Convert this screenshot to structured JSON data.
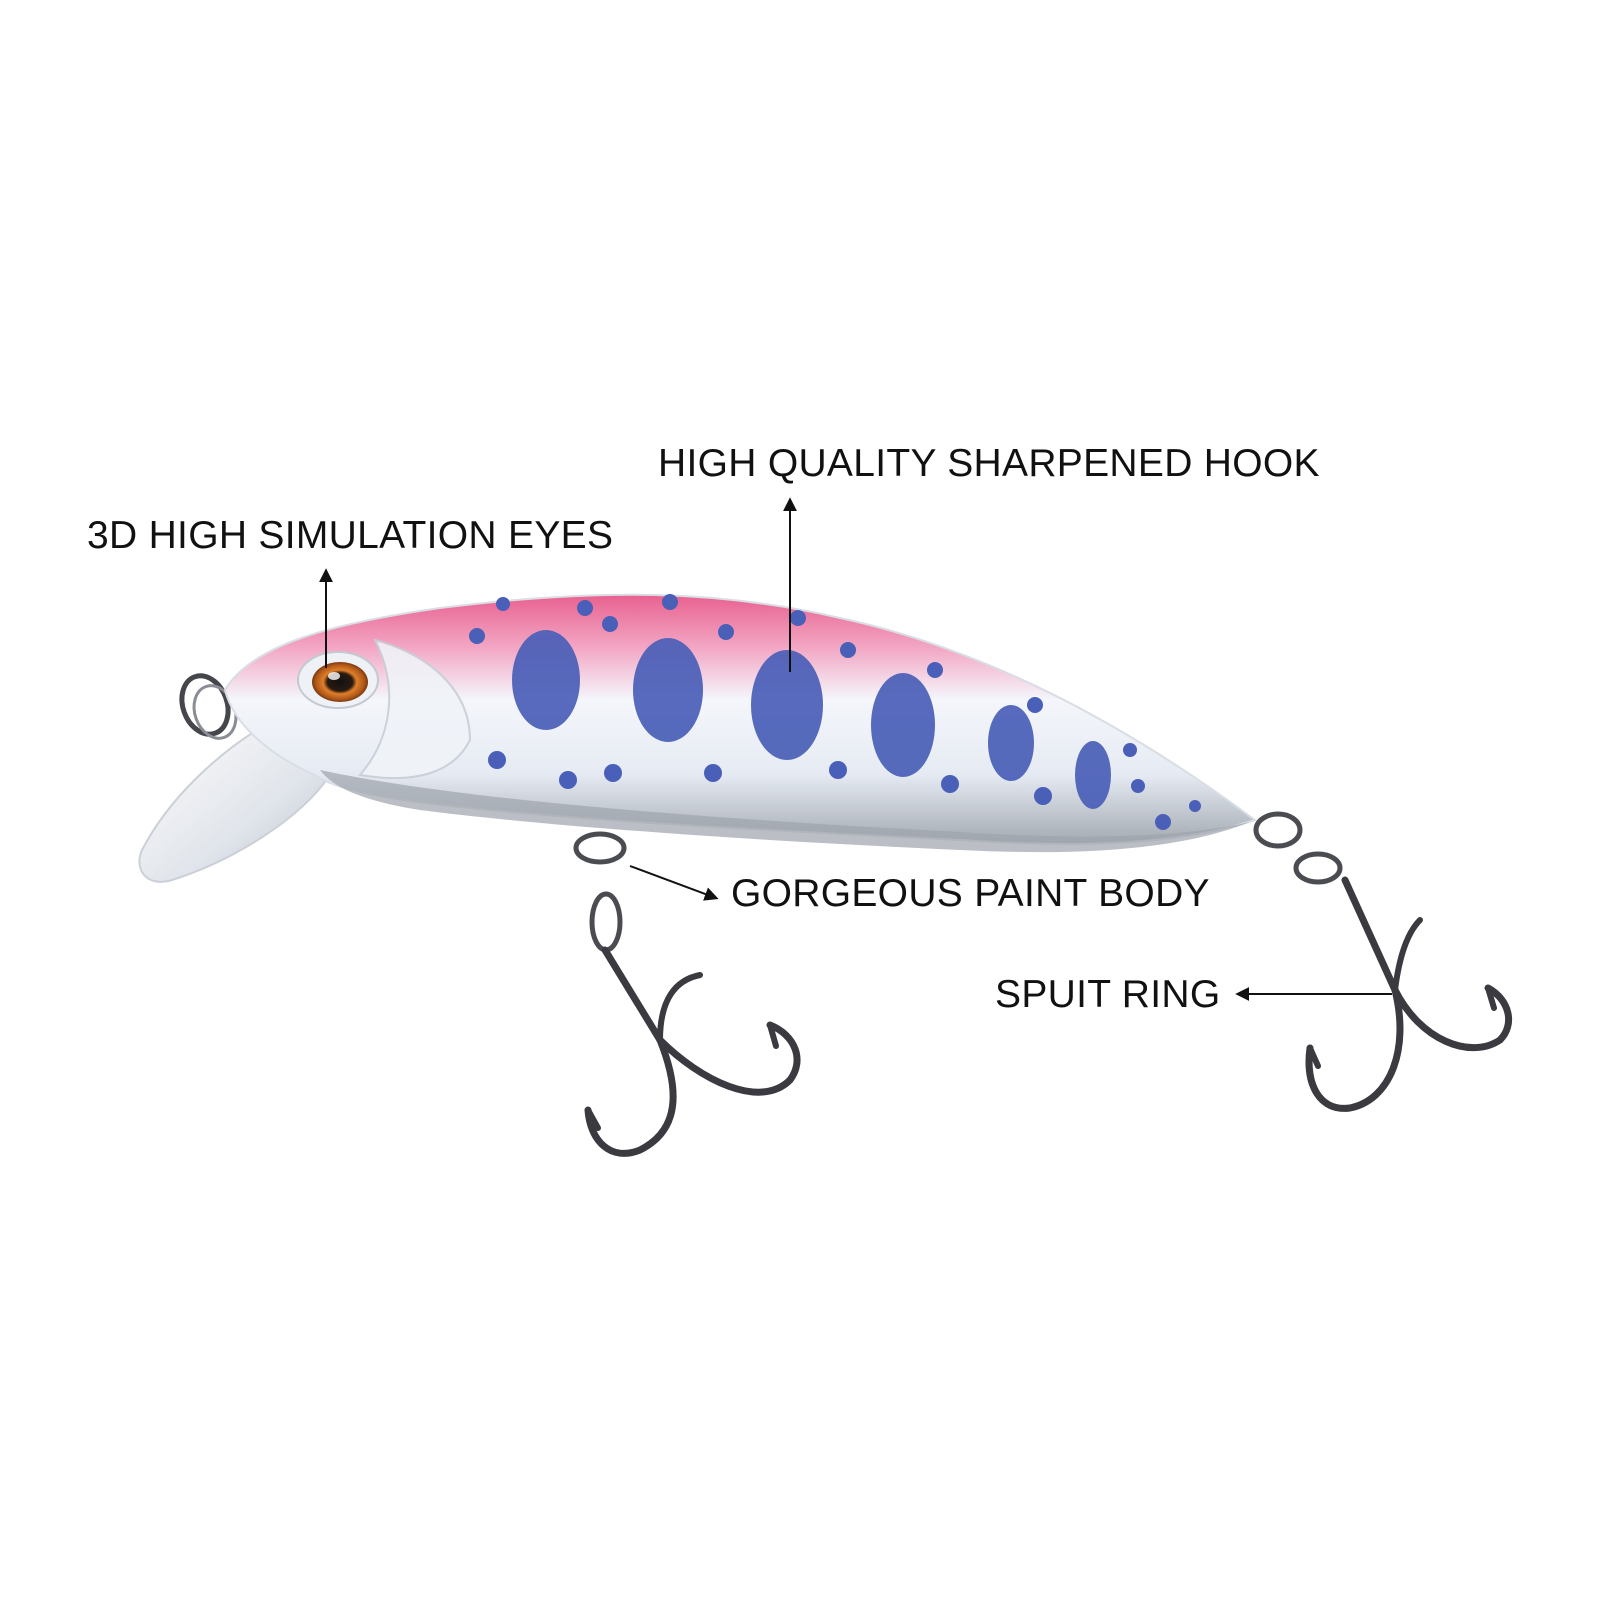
{
  "callouts": {
    "eyes": "3D HIGH SIMULATION EYES",
    "hook": "HIGH QUALITY SHARPENED HOOK",
    "body": "GORGEOUS PAINT BODY",
    "ring": "SPUIT RING"
  },
  "colors": {
    "background": "#ffffff",
    "lure_back_pink": "#e8618f",
    "lure_belly_silver": "#dfe5ec",
    "spot_blue": "#4a5fb8",
    "hook_metal": "#3a3a40",
    "text": "#111111"
  }
}
